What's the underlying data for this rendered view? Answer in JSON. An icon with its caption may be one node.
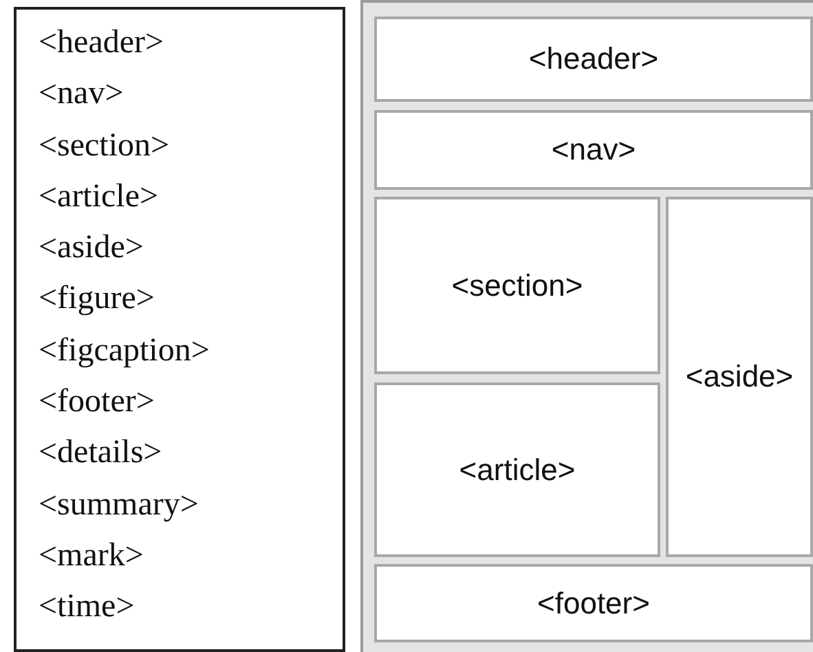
{
  "diagram": {
    "nodes": [
      {
        "text": [
          "<header>",
          "<nav>",
          "<section>",
          "<article>",
          "<aside>",
          "<figure>",
          "<figcaption>",
          "<footer>",
          "<details>",
          "<summary>",
          "<mark>",
          "<time>"
        ]
      },
      {
        "text": [],
        "shape": "box"
      },
      {
        "text": [
          "<header>"
        ],
        "in": 1
      },
      {
        "text": [
          "<nav>"
        ],
        "in": 1
      },
      {
        "text": [
          "<section>"
        ],
        "in": 1
      },
      {
        "text": [
          "<article>"
        ],
        "in": 1
      },
      {
        "text": [
          "<aside>"
        ],
        "in": 1
      },
      {
        "text": [
          "<footer>"
        ],
        "in": 1
      }
    ],
    "edges": []
  }
}
